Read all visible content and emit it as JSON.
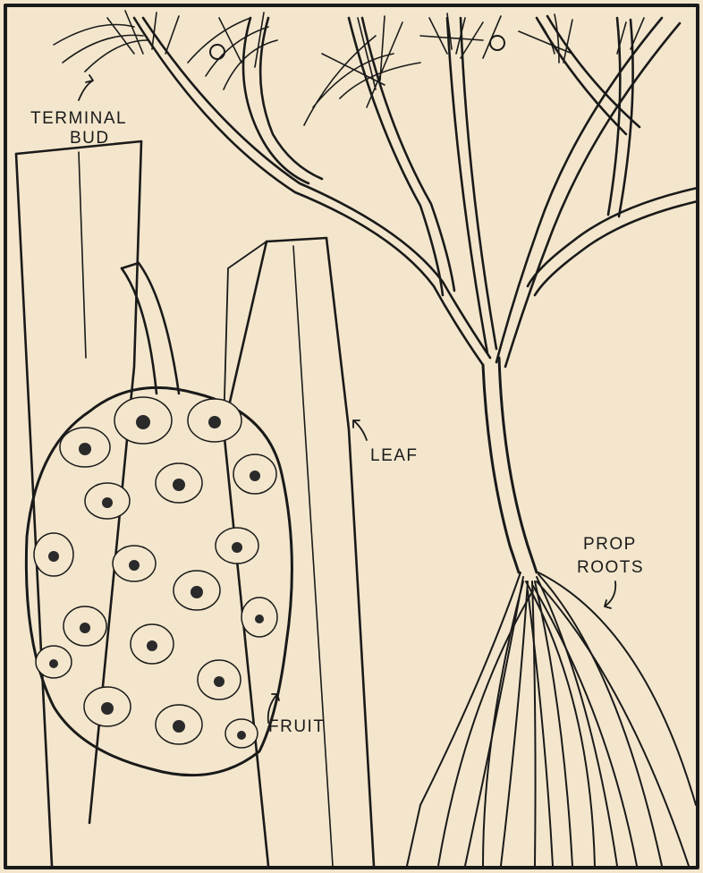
{
  "labels": {
    "terminal_bud_line1": "TERMINAL",
    "terminal_bud_line2": "BUD",
    "leaf": "LEAF",
    "fruit": "FRUIT",
    "prop_roots_line1": "PROP",
    "prop_roots_line2": "ROOTS"
  },
  "colors": {
    "paper": "#f3e6cc",
    "ink": "#1a1a1a"
  }
}
